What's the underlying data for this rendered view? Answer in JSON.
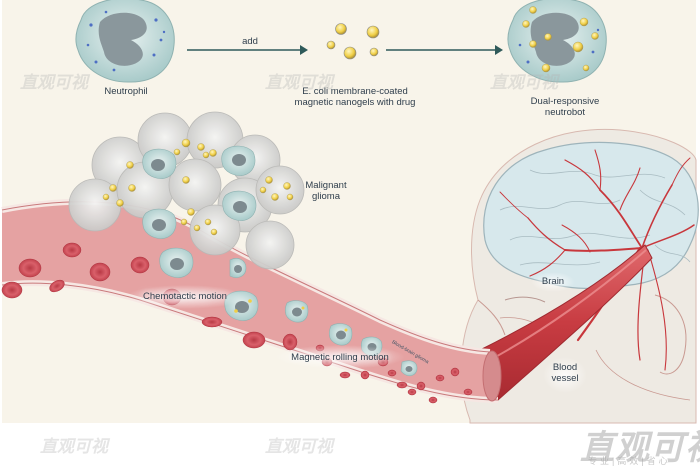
{
  "figure": {
    "top_row": {
      "neutrophil_label": "Neutrophil",
      "arrow1_label": "add",
      "nanogel_label_line1": "E. coli membrane-coated",
      "nanogel_label_line2": "magnetic nanogels with drug",
      "neutrobot_label_line1": "Dual-responsive",
      "neutrobot_label_line2": "neutrobot"
    },
    "scene": {
      "glioma_label_line1": "Malignant",
      "glioma_label_line2": "glioma",
      "chemotactic_label": "Chemotactic motion",
      "magnetic_label": "Magnetic rolling motion",
      "bbb_label": "Blood-brain glioma",
      "brain_label": "Brain",
      "vessel_label_line1": "Blood",
      "vessel_label_line2": "vessel"
    },
    "watermark": {
      "brand": "直观可视",
      "slogan": "专业|高效|省心"
    },
    "colors": {
      "background": "#f8f4ea",
      "vessel": "#e8a3a3",
      "vessel_dark": "#c9484c",
      "rbc": "#d2525b",
      "cell_membrane": "#b9d7d6",
      "nucleus": "#7d8a8f",
      "nanogel": "#f2d55a",
      "brain": "#d7e8ec",
      "artery": "#c8373c",
      "text": "#2f3e4c"
    }
  }
}
